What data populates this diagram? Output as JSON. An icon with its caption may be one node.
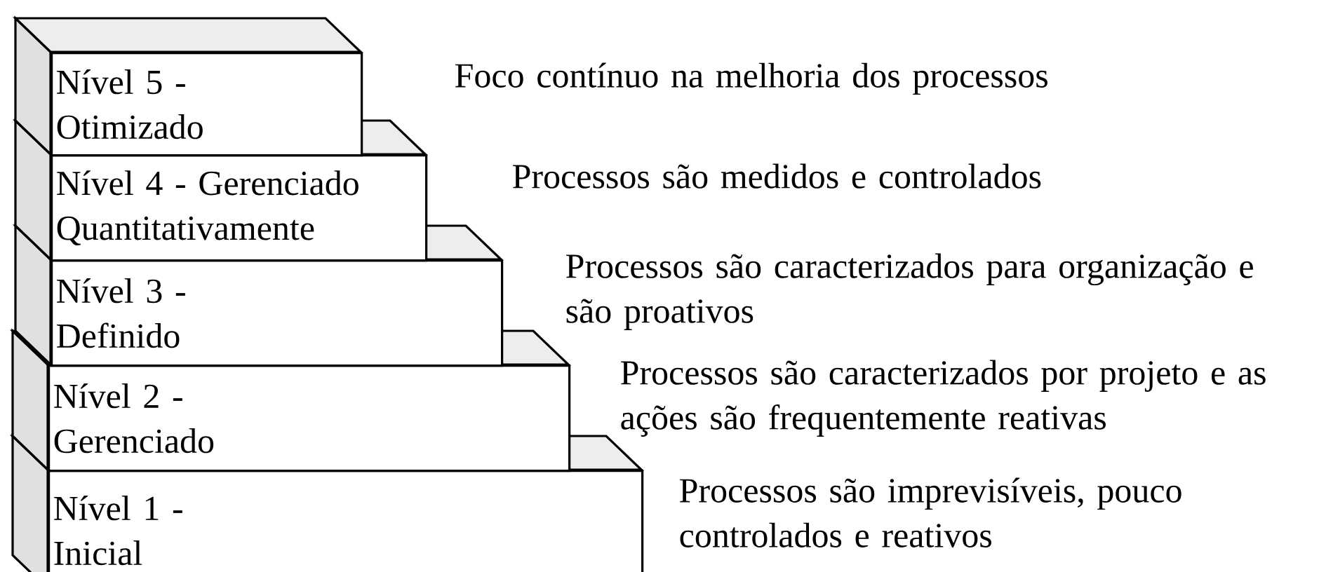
{
  "diagram": {
    "nodes": [
      {
        "text": [
          "Nível 5 - Otimizado"
        ]
      },
      {
        "text": [
          "Nível 4 - Gerenciado Quantitativamente"
        ]
      },
      {
        "text": [
          "Nível 3 - Definido"
        ]
      },
      {
        "text": [
          "Nível 2 - Gerenciado"
        ]
      },
      {
        "text": [
          "Nível 1 - Inicial"
        ]
      }
    ],
    "labels": [
      "Foco contínuo na melhoria dos processos",
      "Processos são medidos e controlados",
      "Processos são caracterizados para organização e são proativos",
      "Processos são caracterizados por projeto  e as ações são frequentemente reativas",
      "Processos são imprevisíveis, pouco controlados e reativos"
    ]
  }
}
